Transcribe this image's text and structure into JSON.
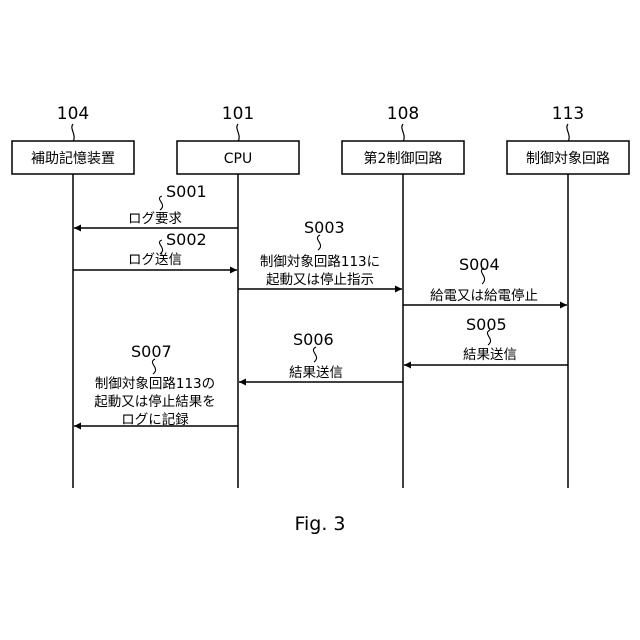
{
  "figure_caption": "Fig. 3",
  "participants": [
    {
      "ref": "104",
      "label": "補助記憶装置"
    },
    {
      "ref": "101",
      "label": "CPU"
    },
    {
      "ref": "108",
      "label": "第2制御回路"
    },
    {
      "ref": "113",
      "label": "制御対象回路"
    }
  ],
  "messages": [
    {
      "step": "S001",
      "lines": [
        "ログ要求"
      ]
    },
    {
      "step": "S002",
      "lines": [
        "ログ送信"
      ]
    },
    {
      "step": "S003",
      "lines": [
        "制御対象回路113に",
        "起動又は停止指示"
      ]
    },
    {
      "step": "S004",
      "lines": [
        "給電又は給電停止"
      ]
    },
    {
      "step": "S005",
      "lines": [
        "結果送信"
      ]
    },
    {
      "step": "S006",
      "lines": [
        "結果送信"
      ]
    },
    {
      "step": "S007",
      "lines": [
        "制御対象回路113の",
        "起動又は停止結果を",
        "ログに記録"
      ]
    }
  ]
}
